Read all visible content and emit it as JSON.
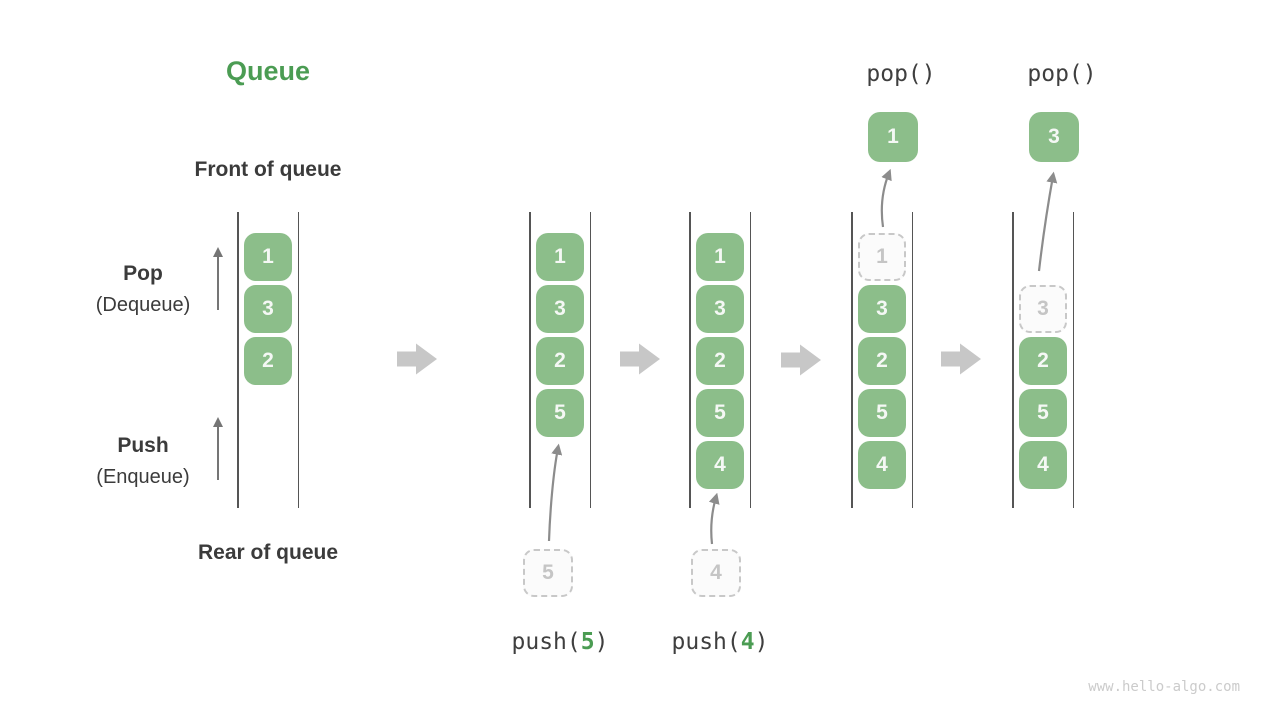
{
  "page": {
    "title": "Queue",
    "watermark": "www.hello-algo.com"
  },
  "labels": {
    "front": "Front of queue",
    "rear": "Rear of queue",
    "pop": {
      "title": "Pop",
      "subtitle": "(Dequeue)"
    },
    "push": {
      "title": "Push",
      "subtitle": "(Enqueue)"
    }
  },
  "colors": {
    "accent_green": "#4B9C53",
    "box_green": "#8CBE8A",
    "box_text": "#F5F8F5",
    "label_dark": "#3B3B3B",
    "mono_dark": "#3F3F3F",
    "rail": "#555555",
    "dashed_border": "#C8C8C8",
    "dashed_text": "#C5C5C5",
    "dashed_fill": "#FBFBFB",
    "block_arrow": "#C7C7C7",
    "curve_arrow": "#8C8C8C",
    "side_arrow": "#757575",
    "watermark": "#CBCBCB"
  },
  "states": [
    {
      "slots": [
        {
          "v": "1",
          "t": "solid"
        },
        {
          "v": "3",
          "t": "solid"
        },
        {
          "v": "2",
          "t": "solid"
        }
      ]
    },
    {
      "slots": [
        {
          "v": "1",
          "t": "solid"
        },
        {
          "v": "3",
          "t": "solid"
        },
        {
          "v": "2",
          "t": "solid"
        },
        {
          "v": "5",
          "t": "solid"
        }
      ],
      "in": {
        "v": "5"
      },
      "op": {
        "pre": "push(",
        "arg": "5",
        "post": ")"
      }
    },
    {
      "slots": [
        {
          "v": "1",
          "t": "solid"
        },
        {
          "v": "3",
          "t": "solid"
        },
        {
          "v": "2",
          "t": "solid"
        },
        {
          "v": "5",
          "t": "solid"
        },
        {
          "v": "4",
          "t": "solid"
        }
      ],
      "in": {
        "v": "4"
      },
      "op": {
        "pre": "push(",
        "arg": "4",
        "post": ")"
      }
    },
    {
      "slots": [
        {
          "v": "1",
          "t": "dashed"
        },
        {
          "v": "3",
          "t": "solid"
        },
        {
          "v": "2",
          "t": "solid"
        },
        {
          "v": "5",
          "t": "solid"
        },
        {
          "v": "4",
          "t": "solid"
        }
      ],
      "out": {
        "v": "1"
      },
      "op": {
        "pre": "pop()",
        "arg": "",
        "post": ""
      }
    },
    {
      "slots": [
        {
          "v": "",
          "t": "empty"
        },
        {
          "v": "3",
          "t": "dashed"
        },
        {
          "v": "2",
          "t": "solid"
        },
        {
          "v": "5",
          "t": "solid"
        },
        {
          "v": "4",
          "t": "solid"
        }
      ],
      "out": {
        "v": "3"
      },
      "op": {
        "pre": "pop()",
        "arg": "",
        "post": ""
      }
    }
  ]
}
